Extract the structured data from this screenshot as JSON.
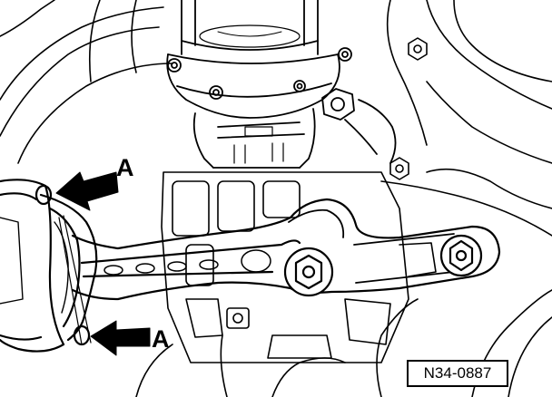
{
  "figure": {
    "callouts": {
      "upper": "A",
      "lower": "A"
    },
    "identifier": "N34-0887",
    "colors": {
      "line": "#000000",
      "background": "#ffffff",
      "arrow_fill": "#000000"
    }
  }
}
